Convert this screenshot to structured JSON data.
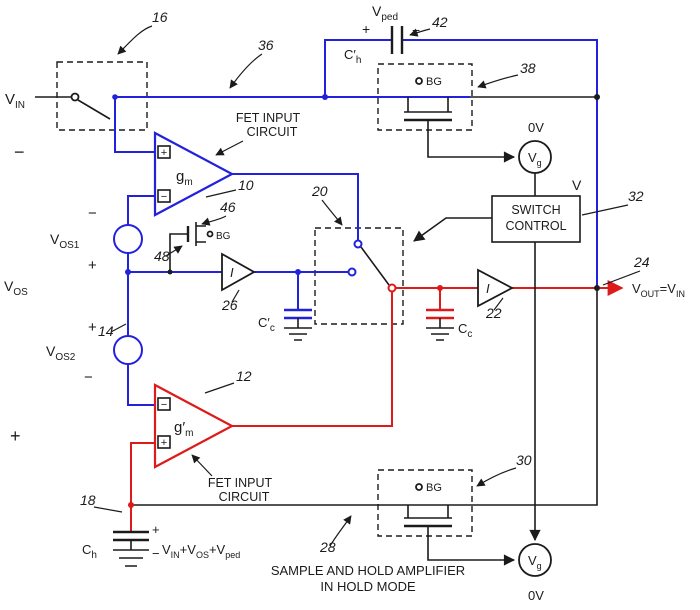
{
  "colors": {
    "wire_blue": "#2222dd",
    "wire_red": "#dd1b1b",
    "ink": "#1b1b1b"
  },
  "labels": {
    "vin": {
      "m": "V",
      "s": "IN"
    },
    "vout": {
      "m1": "V",
      "s1": "OUT",
      "m2": "=V",
      "s2": "IN"
    },
    "vped": {
      "m": "V",
      "s": "ped"
    },
    "vg": {
      "m": "V",
      "s": "g"
    },
    "vos": {
      "m": "V",
      "s": "OS"
    },
    "vos1": {
      "m": "V",
      "s": "OS1"
    },
    "vos2": {
      "m": "V",
      "s": "OS2"
    },
    "gm": {
      "m": "g",
      "s": "m"
    },
    "gm_prime": {
      "m": "g′",
      "s": "m"
    },
    "ch_prime": {
      "m": "C′",
      "s": "h"
    },
    "ch": {
      "m": "C",
      "s": "h"
    },
    "cc": {
      "m": "C",
      "s": "c"
    },
    "cc_prime": {
      "m": "C′",
      "s": "c"
    },
    "bg": "BG",
    "buffer_gain": "I",
    "v": "V",
    "zero_volts": "0V",
    "formula": {
      "m1": "V",
      "s1": "IN",
      "m2": "+V",
      "s2": "OS",
      "m3": "+V",
      "s3": "ped"
    }
  },
  "signs": {
    "plus": "+",
    "minus": "−"
  },
  "switch_control": {
    "line1": "SWITCH",
    "line2": "CONTROL"
  },
  "fet_input": {
    "line1": "FET INPUT",
    "line2": "CIRCUIT"
  },
  "caption": {
    "line1": "SAMPLE AND HOLD AMPLIFIER",
    "line2": "IN HOLD MODE"
  },
  "refs": {
    "r10": "10",
    "r12": "12",
    "r14": "14",
    "r16": "16",
    "r18": "18",
    "r20": "20",
    "r22": "22",
    "r24": "24",
    "r26": "26",
    "r28": "28",
    "r30": "30",
    "r32": "32",
    "r36": "36",
    "r38": "38",
    "r42": "42",
    "r46": "46",
    "r48": "48"
  }
}
